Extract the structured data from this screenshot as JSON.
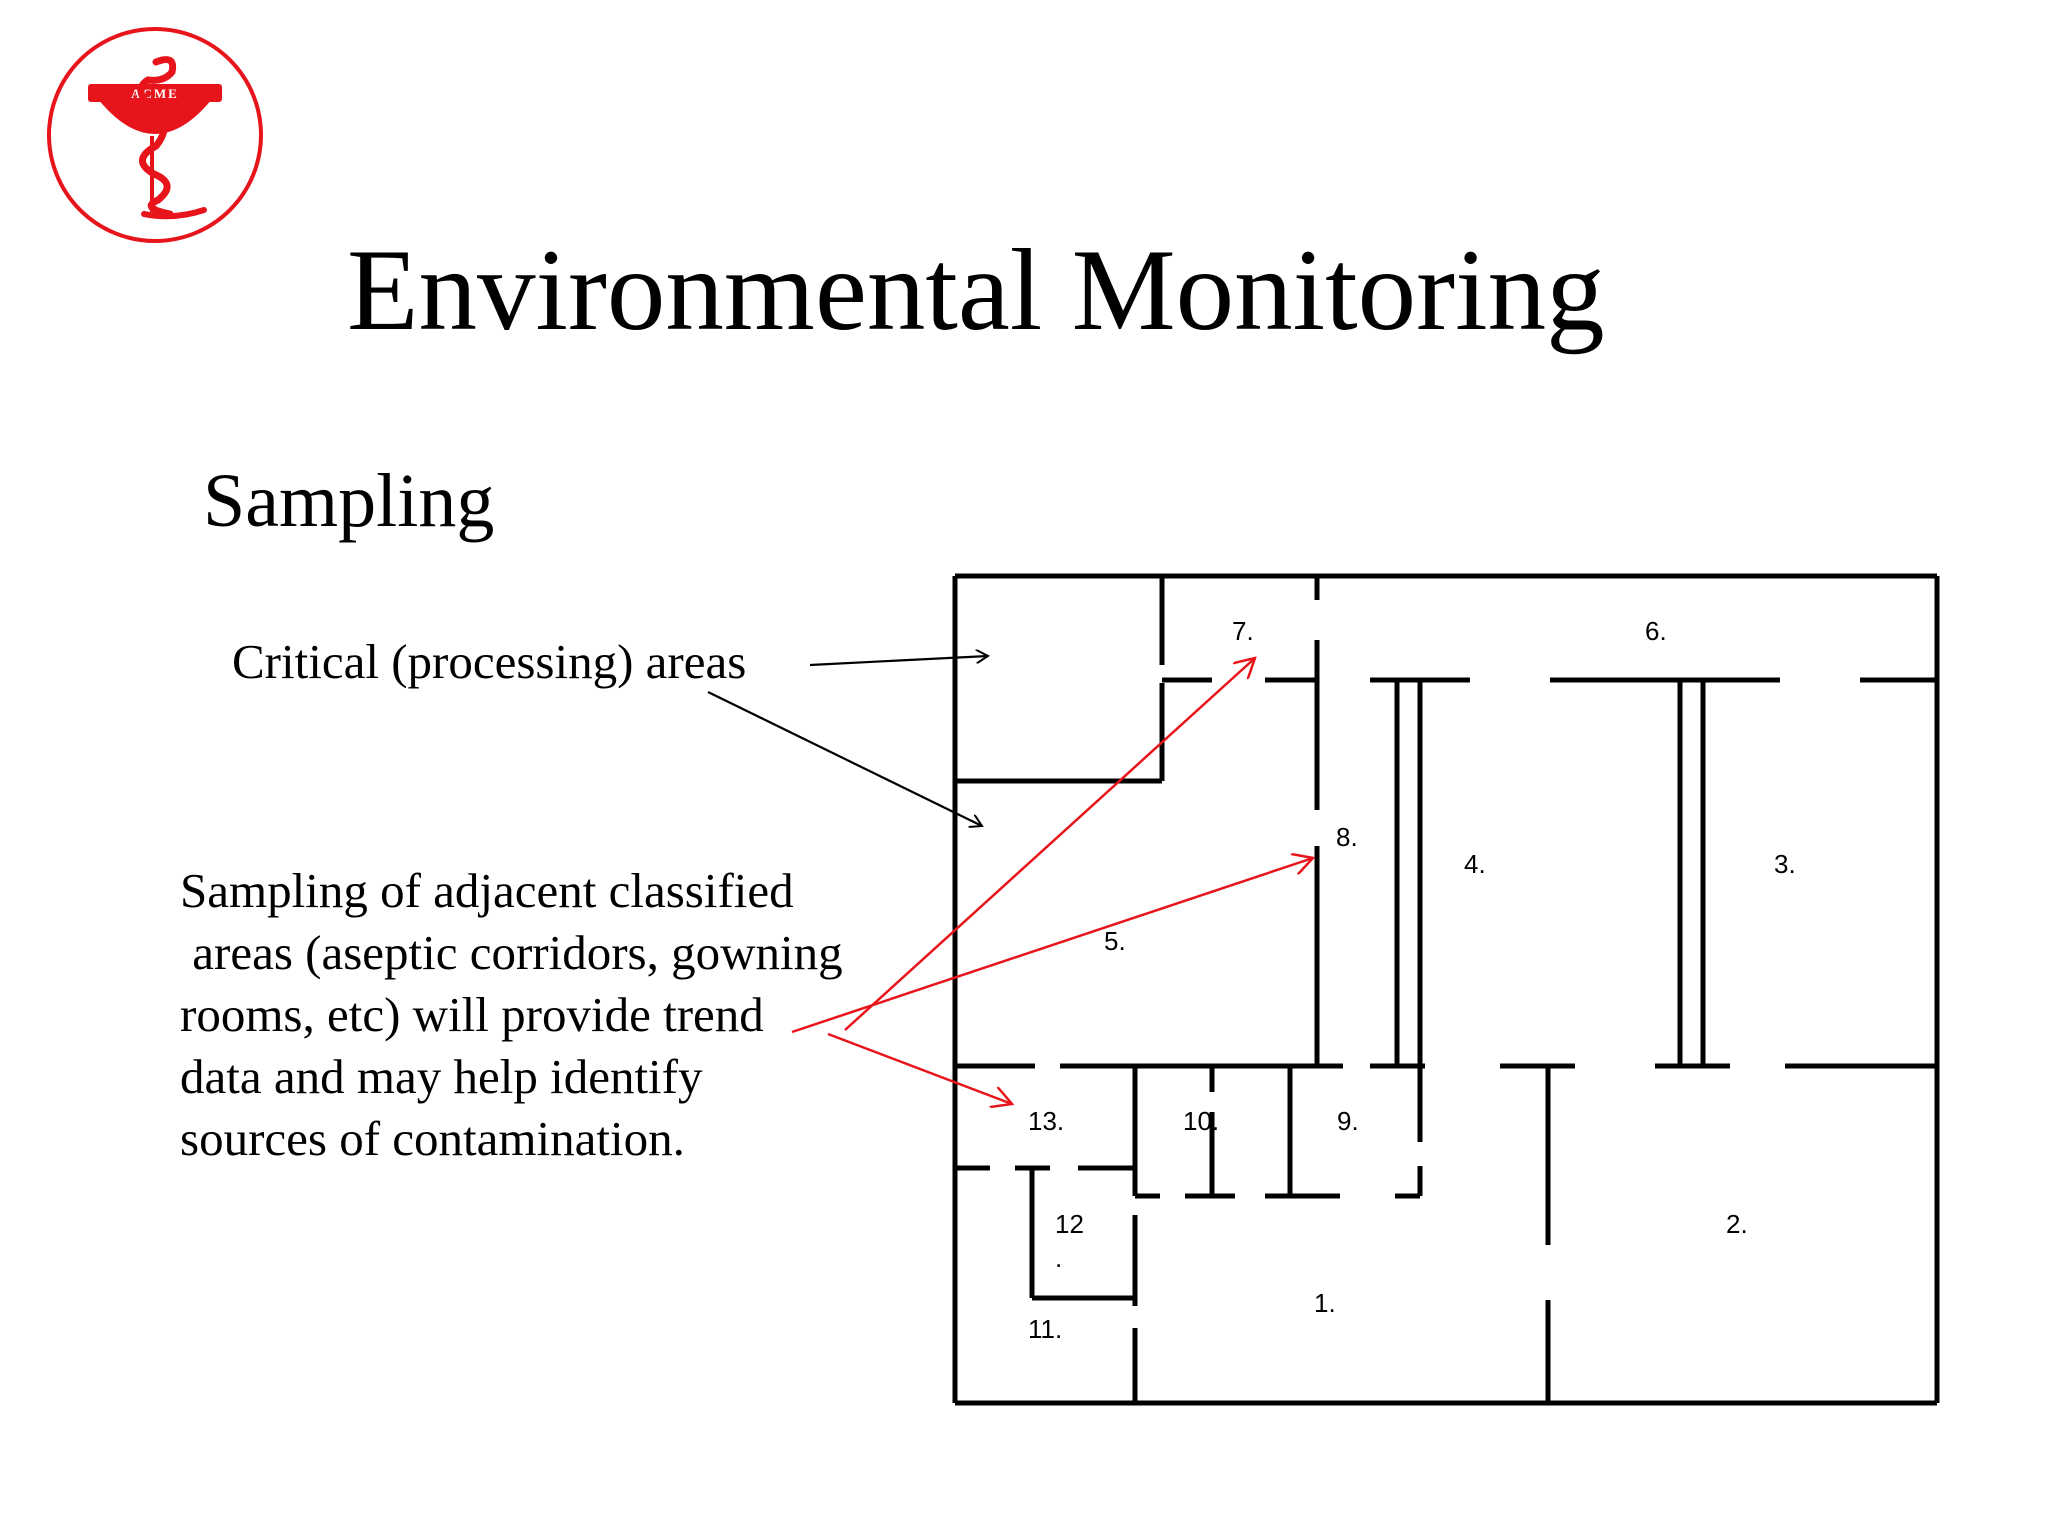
{
  "slide": {
    "title": "Environmental Monitoring",
    "subtitle": "Sampling",
    "critical_label": "Critical (processing) areas",
    "adjacent_lines": [
      "Sampling of adjacent classified",
      " areas (aseptic corridors, gowning",
      "rooms, etc) will provide trend",
      "data and may help identify",
      "sources of contamination."
    ],
    "logo_text": "ACME"
  },
  "rooms": [
    "7.",
    "6.",
    "8.",
    "4.",
    "3.",
    "5.",
    "13.",
    "10.",
    "9.",
    "12",
    ".",
    "2.",
    "1.",
    "11."
  ],
  "colors": {
    "accent": "#e8141b",
    "ink": "#000000",
    "background": "#ffffff"
  }
}
